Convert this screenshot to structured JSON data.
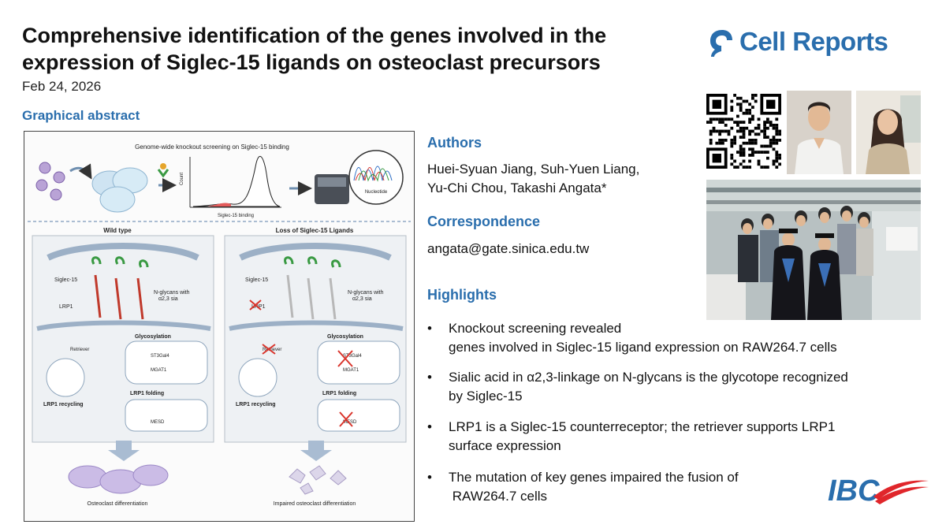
{
  "title": "Comprehensive identification of the genes involved in the expression of Siglec-15 ligands on osteoclast precursors",
  "date": "Feb 24, 2026",
  "graphical_abstract_label": "Graphical abstract",
  "journal_logo": "Cell Reports",
  "authors_heading": "Authors",
  "authors_line1": "Huei-Syuan Jiang, Suh-Yuen Liang,",
  "authors_line2": "Yu-Chi Chou, Takashi Angata*",
  "correspondence_heading": "Correspondence",
  "correspondence_email": "angata@gate.sinica.edu.tw",
  "highlights_heading": "Highlights",
  "highlights": [
    {
      "line1": "Knockout screening revealed",
      "line2": "genes involved in Siglec-15 ligand expression on RAW264.7 cells"
    },
    {
      "line1": "Sialic acid in α2,3-linkage on N-glycans is the glycotope recognized",
      "line2": "by Siglec-15"
    },
    {
      "line1": "LRP1 is a Siglec-15 counterreceptor; the retriever supports LRP1",
      "line2": "surface expression"
    },
    {
      "line1": "The mutation of key genes impaired the fusion of",
      "line2": " RAW264.7 cells"
    }
  ],
  "institute_logo": "IBC",
  "bullet": "•",
  "abstract": {
    "screen_title": "Genome-wide knockout screening on Siglec-15 binding",
    "hist_ylabel": "Count",
    "hist_xlabel": "Siglec-15 binding",
    "nucleotide_label": "Nucleotide",
    "wild_type": "Wild type",
    "loss": "Loss of Siglec-15 Ligands",
    "siglec15": "Siglec-15",
    "nglycans_1": "N-glycans with",
    "nglycans_2": "α2,3 sia",
    "lrp1": "LRP1",
    "glycosylation": "Glycosylation",
    "retriever": "Retriever",
    "st3gal4": "ST3Gal4",
    "mgat1": "MGAT1",
    "lrp1_folding": "LRP1 folding",
    "lrp1_recycling": "LRP1 recycling",
    "mesd": "MESD",
    "osteo_diff": "Osteoclast differentiation",
    "impaired_diff": "Impaired osteoclast differentiation"
  },
  "colors": {
    "accent_blue": "#2a6ead",
    "ibc_red": "#e0262b",
    "knockout_red": "#d9342b",
    "lrp1_red": "#c0392b",
    "siglec_green": "#3a9a43"
  }
}
